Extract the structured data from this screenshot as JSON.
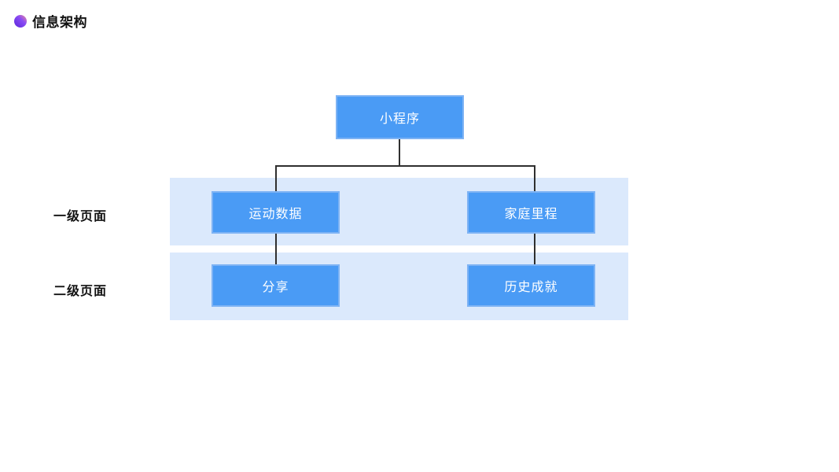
{
  "header": {
    "title": "信息架构"
  },
  "diagram": {
    "root": {
      "label": "小程序"
    },
    "rows": [
      {
        "label": "一级页面",
        "nodes": [
          {
            "label": "运动数据"
          },
          {
            "label": "家庭里程"
          }
        ]
      },
      {
        "label": "二级页面",
        "nodes": [
          {
            "label": "分享"
          },
          {
            "label": "历史成就"
          }
        ]
      }
    ]
  },
  "icons": {
    "header_dot": "gradient-circle-icon"
  },
  "colors": {
    "node_fill": "#4a9bf5",
    "node_border": "#7eb3f4",
    "band_fill": "#dbe9fc",
    "line": "#2f2f2f",
    "node_text": "#ffffff",
    "label_text": "#111111",
    "accent_gradient_from": "#ef8f9a",
    "accent_gradient_mid": "#8a4bf5",
    "accent_gradient_to": "#5b27d8",
    "background": "#ffffff"
  }
}
